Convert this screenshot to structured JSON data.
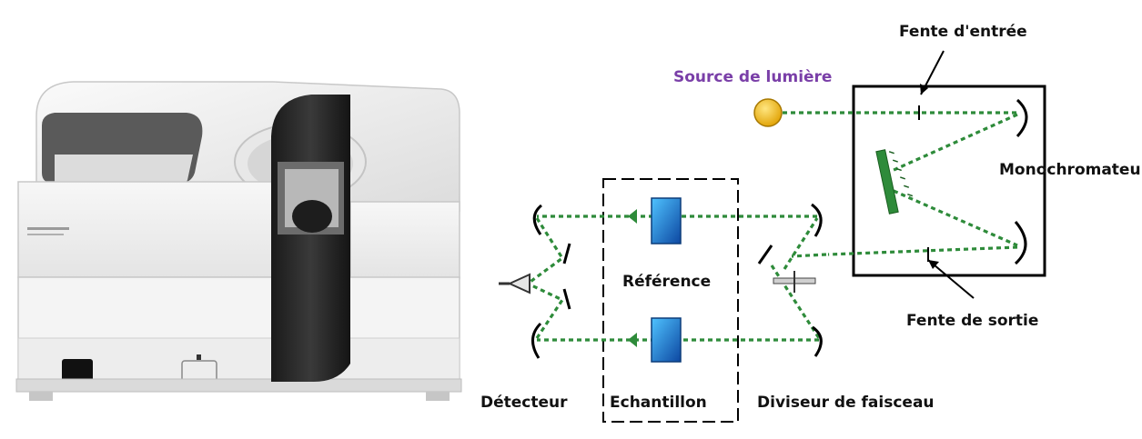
{
  "labels": {
    "source": "Source de lumière",
    "entrance_slit": "Fente d'entrée",
    "monochromator": "Monochromateur",
    "exit_slit": "Fente de sortie",
    "reference": "Référence",
    "sample": "Echantillon",
    "detector": "Détecteur",
    "beam_splitter": "Diviseur de faisceau"
  },
  "colors": {
    "beam": "#2e8b3a",
    "source_label": "#7a3fa8",
    "source_lamp": "#f5b800",
    "grating": "#2e8b3a",
    "cuvette": "#1c6fd0"
  },
  "icons": {
    "instrument": "spectrophotometer-photo",
    "detector": "detector-cone-icon",
    "grating": "diffraction-grating-icon",
    "lamp": "light-source-icon"
  }
}
